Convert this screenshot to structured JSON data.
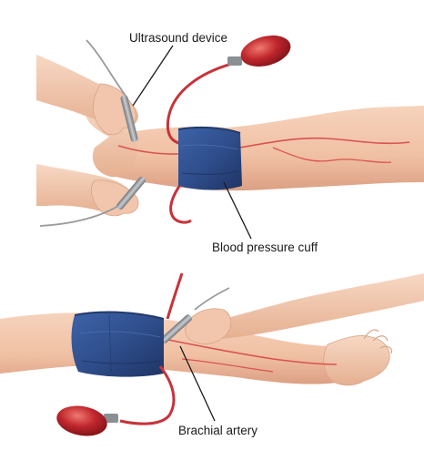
{
  "labels": {
    "ultrasound_device": "Ultrasound device",
    "blood_pressure_cuff": "Blood pressure cuff",
    "brachial_artery": "Brachial artery"
  },
  "colors": {
    "skin": "#f2c4a8",
    "skin_shadow": "#e0a487",
    "artery": "#d9534f",
    "cuff": "#2f4e8c",
    "cuff_dark": "#223a6b",
    "bulb": "#c0272d",
    "tube": "#c8323a",
    "probe": "#8a8f94",
    "cable": "#9a9a9a",
    "leader": "#1a1a1a"
  },
  "icons": {
    "probe": "ultrasound-probe-icon",
    "bulb": "inflation-bulb-icon"
  }
}
